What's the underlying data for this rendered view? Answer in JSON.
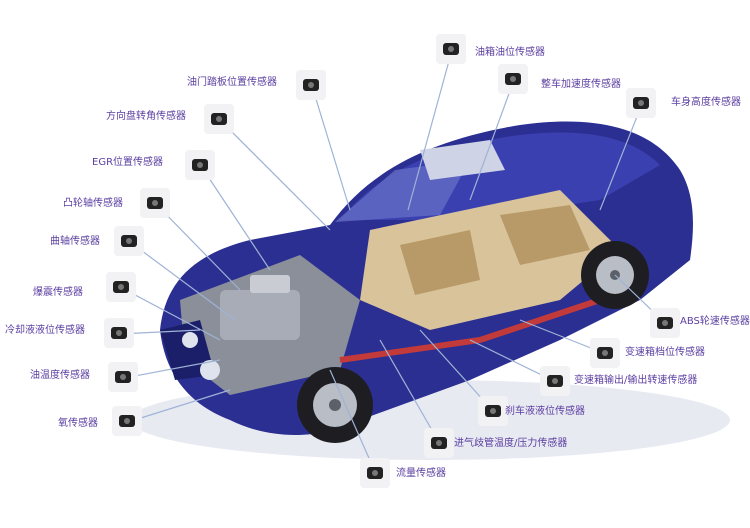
{
  "colors": {
    "label": "#5b3ea0",
    "leader": "#9fb3d6",
    "body": "#2b2f92",
    "body_dark": "#1b1f6a",
    "interior": "#d9c39a",
    "engine": "#8a8f99",
    "sensor": "#222222"
  },
  "labels": [
    {
      "key": "oil_level",
      "text": "油箱油位传感器"
    },
    {
      "key": "throttle",
      "text": "油门踏板位置传感器"
    },
    {
      "key": "accel",
      "text": "整车加速度传感器"
    },
    {
      "key": "height",
      "text": "车身高度传感器"
    },
    {
      "key": "steering",
      "text": "方向盘转角传感器"
    },
    {
      "key": "egr",
      "text": "EGR位置传感器"
    },
    {
      "key": "cam",
      "text": "凸轮轴传感器"
    },
    {
      "key": "crank",
      "text": "曲轴传感器"
    },
    {
      "key": "knock",
      "text": "爆震传感器"
    },
    {
      "key": "coolant",
      "text": "冷却液液位传感器"
    },
    {
      "key": "oil_temp",
      "text": "油温度传感器"
    },
    {
      "key": "oxygen",
      "text": "氧传感器"
    },
    {
      "key": "abs",
      "text": "ABS轮速传感器"
    },
    {
      "key": "gear_pos",
      "text": "变速箱档位传感器"
    },
    {
      "key": "trans_speed",
      "text": "变速箱输出/输出转速传感器"
    },
    {
      "key": "brake_fluid",
      "text": "刹车液液位传感器"
    },
    {
      "key": "map",
      "text": "进气歧管温度/压力传感器"
    },
    {
      "key": "flow",
      "text": "流量传感器"
    }
  ]
}
